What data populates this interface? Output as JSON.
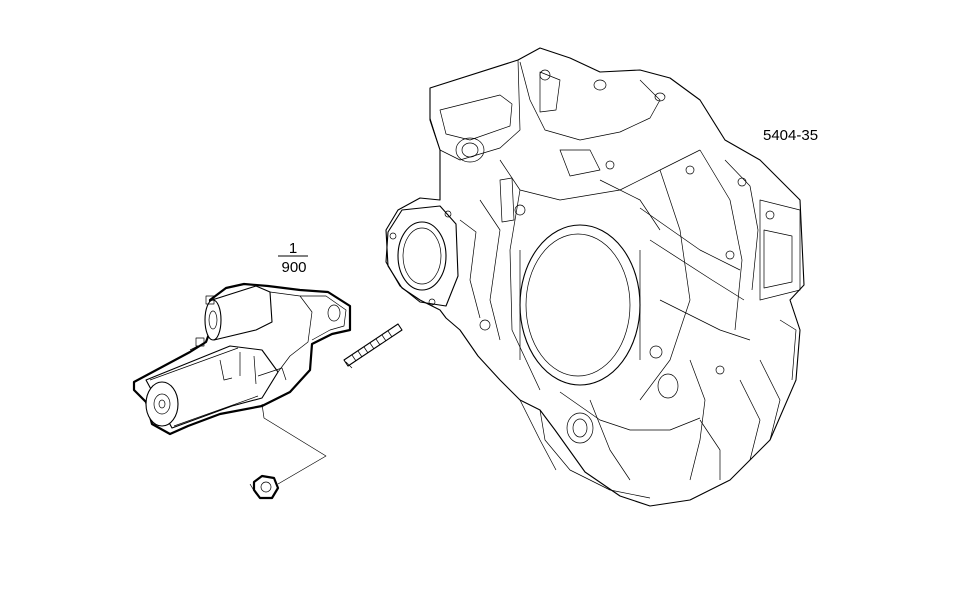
{
  "figure": {
    "reference_code": "5404-35",
    "callout": {
      "item_number": "1",
      "quantity_code": "900"
    }
  },
  "colors": {
    "line": "#000000",
    "background": "#ffffff"
  }
}
